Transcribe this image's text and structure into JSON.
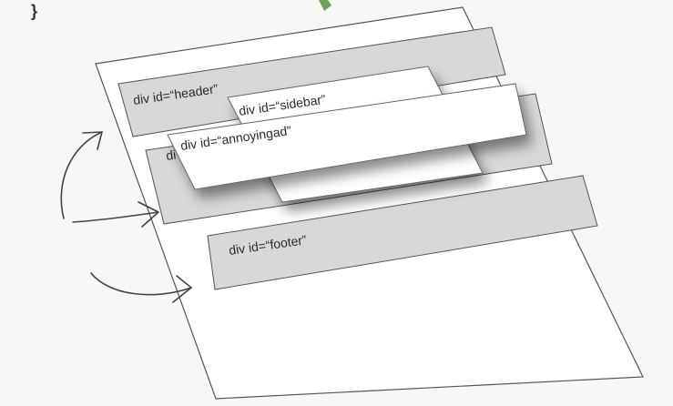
{
  "code_fragment": "}",
  "labels": {
    "header": "div id=“header”",
    "sidebar": "div id=“sidebar”",
    "annoyingad": "div id=“annoyingad”",
    "hidden_main_prefix": "di",
    "footer": "div id=“footer”"
  },
  "colors": {
    "page_fill": "#ffffff",
    "block_fill": "#d8d8d8",
    "overlay_fill": "#ffffff",
    "stroke": "#555555",
    "arrow": "#444444",
    "pointer": "#4a8a3a"
  },
  "icons": {
    "left_arrows": "hand-drawn-curved-arrow",
    "top_pointer": "green-pointer-arrow"
  }
}
